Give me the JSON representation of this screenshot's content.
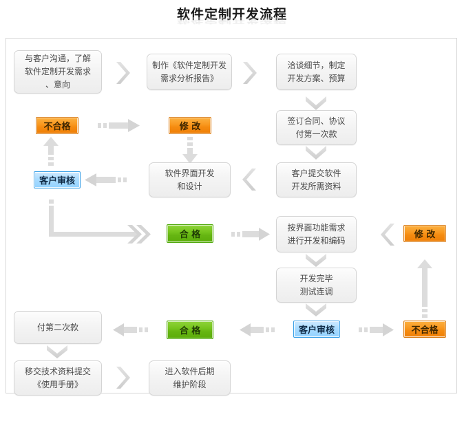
{
  "page": {
    "title": "软件定制开发流程",
    "type": "flowchart",
    "colors": {
      "orange": "#f58b10",
      "green": "#66b512",
      "blue": "#aadcff",
      "box_bg": "#f4f4f4",
      "box_border": "#d4d4d4",
      "arrow": "#d2d2d2",
      "frame_border": "#d6d6d6"
    }
  },
  "nodes": {
    "step1": {
      "label": "与客户沟通，了解\n软件定制开发需求\n、意向"
    },
    "step2": {
      "label": "制作《软件定制开发\n需求分析报告》"
    },
    "step3": {
      "label": "洽谈细节，制定\n开发方案、预算"
    },
    "step4": {
      "label": "签订合同、协议\n付第一次款"
    },
    "step5": {
      "label": "客户提交软件\n开发所需资料"
    },
    "step6": {
      "label": "软件界面开发\n和设计"
    },
    "step7": {
      "label": "按界面功能需求\n进行开发和编码"
    },
    "step8": {
      "label": "开发完毕\n测试连调"
    },
    "step9": {
      "label": "付第二次款"
    },
    "step10": {
      "label": "移交技术资料提交\n《使用手册》"
    },
    "step11": {
      "label": "进入软件后期\n维护阶段"
    }
  },
  "badges": {
    "fail_top": {
      "label": "不合格",
      "kind": "orange"
    },
    "modify_top": {
      "label": "修  改",
      "kind": "orange"
    },
    "review_top": {
      "label": "客户审核",
      "kind": "blue"
    },
    "pass_mid": {
      "label": "合  格",
      "kind": "green"
    },
    "modify_right": {
      "label": "修  改",
      "kind": "orange"
    },
    "pass_bottom": {
      "label": "合  格",
      "kind": "green"
    },
    "review_bottom": {
      "label": "客户审核",
      "kind": "blue"
    },
    "fail_bottom": {
      "label": "不合格",
      "kind": "orange"
    }
  },
  "connectors": [
    {
      "name": "step1-to-step2",
      "style": "chevron-right"
    },
    {
      "name": "step2-to-step3",
      "style": "chevron-right"
    },
    {
      "name": "step3-to-step4",
      "style": "chevron-down"
    },
    {
      "name": "step4-to-step5",
      "style": "chevron-down"
    },
    {
      "name": "step5-to-step6",
      "style": "chevron-left"
    },
    {
      "name": "fail-top-to-modify-top",
      "style": "dashed-arrow-right"
    },
    {
      "name": "review-top-to-fail-top",
      "style": "dashed-arrow-up"
    },
    {
      "name": "modify-top-to-step6",
      "style": "dashed-arrow-down"
    },
    {
      "name": "step6-to-review-top",
      "style": "dashed-arrow-left"
    },
    {
      "name": "review-top-to-pass-mid",
      "style": "elbow-right"
    },
    {
      "name": "pass-mid-to-step7",
      "style": "dashed-arrow-right"
    },
    {
      "name": "modify-right-to-step7",
      "style": "chevron-left"
    },
    {
      "name": "step7-to-step8",
      "style": "chevron-down"
    },
    {
      "name": "step8-to-review-bottom",
      "style": "chevron-down"
    },
    {
      "name": "review-bottom-to-fail",
      "style": "dashed-arrow-right"
    },
    {
      "name": "fail-bottom-to-modify-right",
      "style": "dashed-arrow-up"
    },
    {
      "name": "review-bottom-to-pass",
      "style": "dashed-arrow-left"
    },
    {
      "name": "pass-bottom-to-step9",
      "style": "dashed-arrow-left"
    },
    {
      "name": "step9-to-step10",
      "style": "chevron-down"
    },
    {
      "name": "step10-to-step11",
      "style": "chevron-right"
    }
  ]
}
